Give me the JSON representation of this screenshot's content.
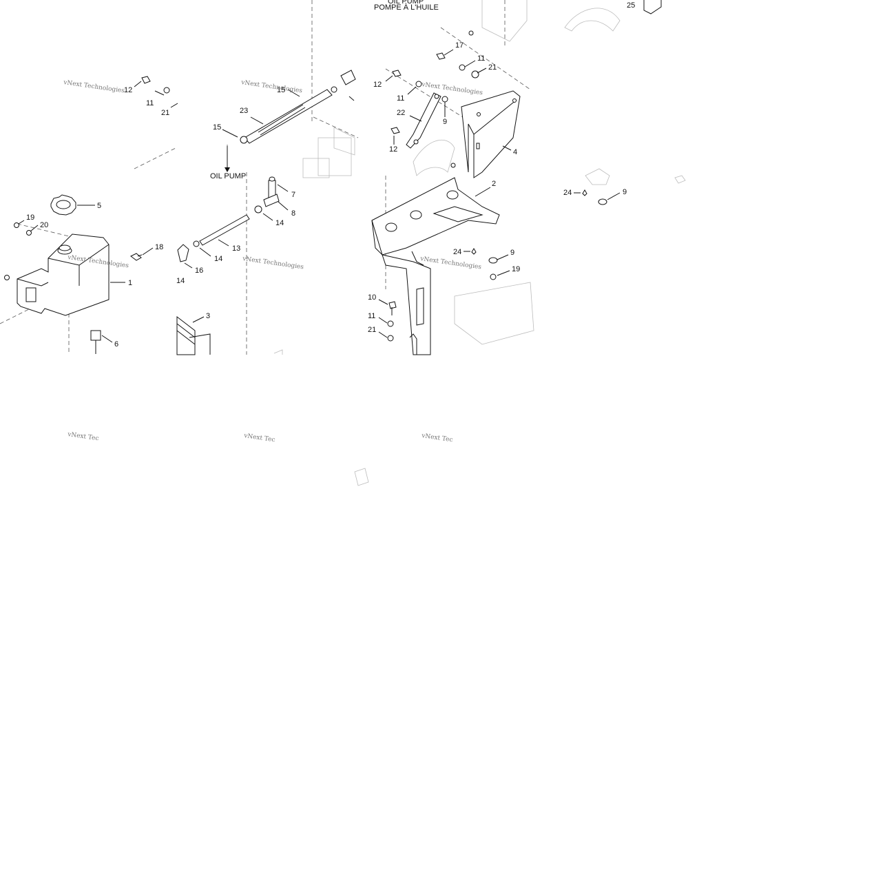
{
  "labels": {
    "oil_pump_top": "OIL PUMP",
    "pompe": "POMPE À L'HUILE",
    "oil_pump_mid": "OIL PUMP"
  },
  "watermark": "vNext Technologies",
  "watermark_partial": "vNext Tec",
  "callouts": [
    {
      "id": "c25",
      "text": "25"
    },
    {
      "id": "c17",
      "text": "17"
    },
    {
      "id": "c11a",
      "text": "11"
    },
    {
      "id": "c21a",
      "text": "21"
    },
    {
      "id": "c12a",
      "text": "12"
    },
    {
      "id": "c11b",
      "text": "11"
    },
    {
      "id": "c21b",
      "text": "21"
    },
    {
      "id": "c12b",
      "text": "12"
    },
    {
      "id": "c11c",
      "text": "11"
    },
    {
      "id": "c22",
      "text": "22"
    },
    {
      "id": "c9a",
      "text": "9"
    },
    {
      "id": "c12c",
      "text": "12"
    },
    {
      "id": "c4",
      "text": "4"
    },
    {
      "id": "c15a",
      "text": "15"
    },
    {
      "id": "c23",
      "text": "23"
    },
    {
      "id": "c15b",
      "text": "15"
    },
    {
      "id": "c7",
      "text": "7"
    },
    {
      "id": "c8",
      "text": "8"
    },
    {
      "id": "c14a",
      "text": "14"
    },
    {
      "id": "c13",
      "text": "13"
    },
    {
      "id": "c14b",
      "text": "14"
    },
    {
      "id": "c16",
      "text": "16"
    },
    {
      "id": "c14c",
      "text": "14"
    },
    {
      "id": "c3",
      "text": "3"
    },
    {
      "id": "c5",
      "text": "5"
    },
    {
      "id": "c19a",
      "text": "19"
    },
    {
      "id": "c20",
      "text": "20"
    },
    {
      "id": "c18",
      "text": "18"
    },
    {
      "id": "c1",
      "text": "1"
    },
    {
      "id": "c6",
      "text": "6"
    },
    {
      "id": "c2",
      "text": "2"
    },
    {
      "id": "c24a",
      "text": "24"
    },
    {
      "id": "c9b",
      "text": "9"
    },
    {
      "id": "c19b",
      "text": "19"
    },
    {
      "id": "c10",
      "text": "10"
    },
    {
      "id": "c11d",
      "text": "11"
    },
    {
      "id": "c21c",
      "text": "21"
    },
    {
      "id": "c24b",
      "text": "24"
    },
    {
      "id": "c9c",
      "text": "9"
    }
  ]
}
